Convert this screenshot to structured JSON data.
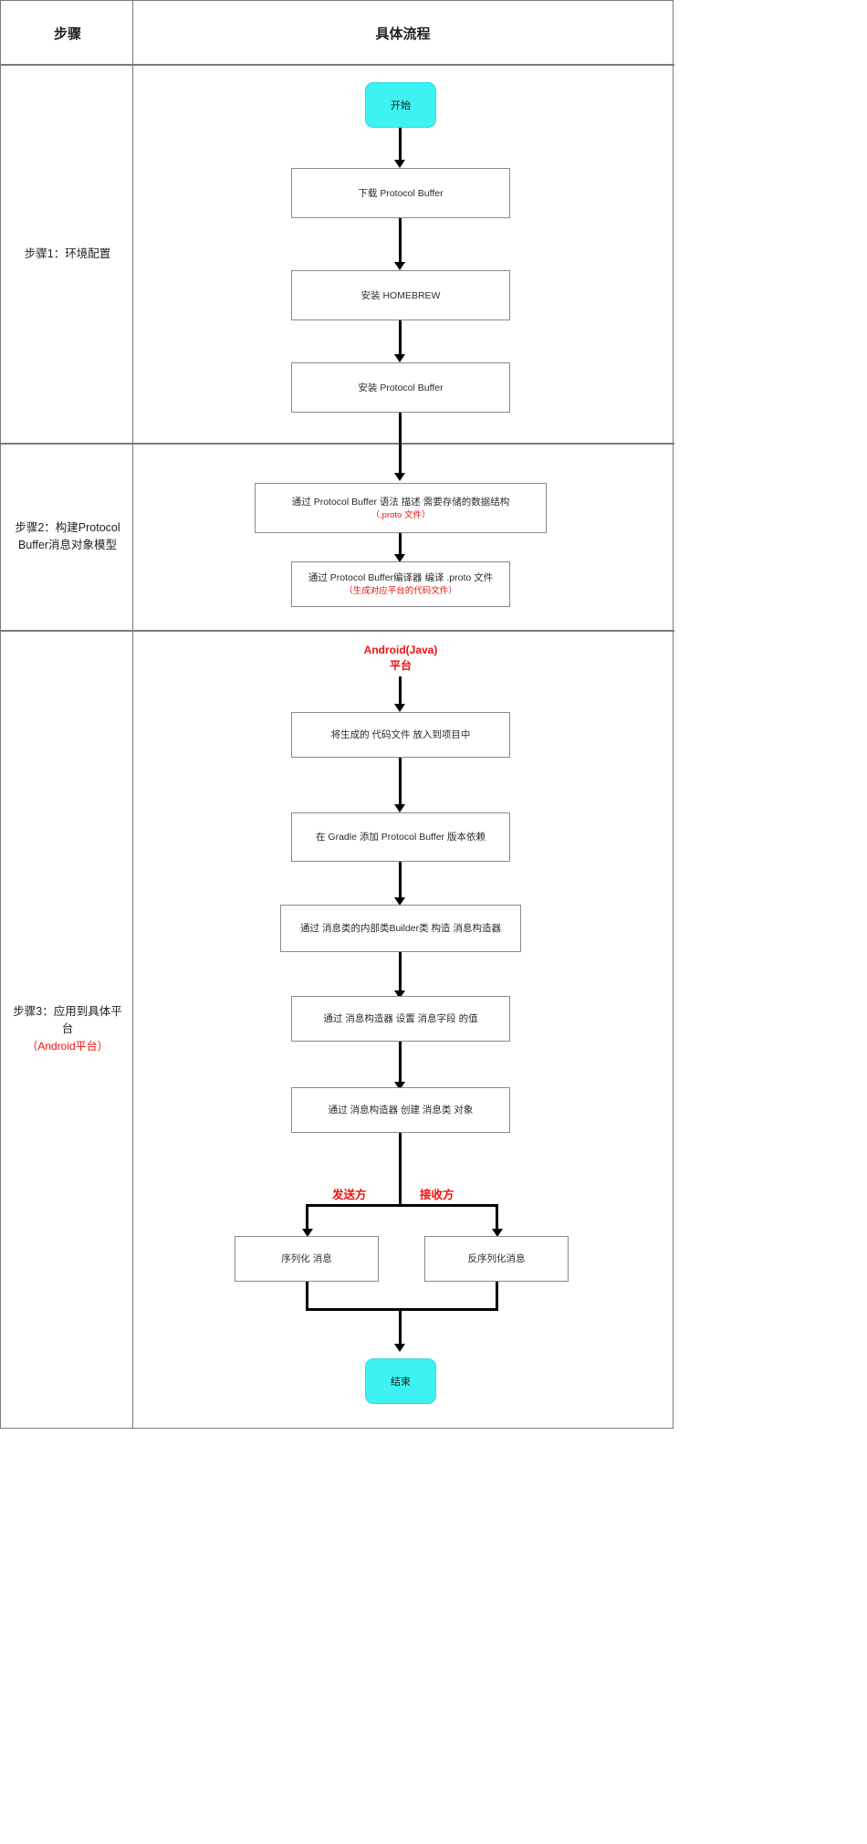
{
  "table": {
    "headers": {
      "step_col": "步骤",
      "flow_col": "具体流程"
    }
  },
  "sections": [
    {
      "id": "step1",
      "label_line1": "步骤1：环境配置",
      "label_red": ""
    },
    {
      "id": "step2",
      "label_line1": "步骤2：构建Protocol",
      "label_line2": "Buffer消息对象模型",
      "label_red": ""
    },
    {
      "id": "step3",
      "label_line1": "步骤3：应用到具体平",
      "label_line2": "台",
      "label_red": "（Android平台）"
    }
  ],
  "flow": {
    "start": "开始",
    "end": "结束",
    "n1": "下载 Protocol Buffer",
    "n2": "安装 HOMEBREW",
    "n3": "安装 Protocol Buffer",
    "n4_main": "通过 Protocol Buffer 语法 描述 需要存储的数据结构",
    "n4_sub": "（.proto 文件）",
    "n5_main": "通过 Protocol Buffer编译器 编译 .proto 文件",
    "n5_sub": "（生成对应平台的代码文件）",
    "platform_line1": "Android(Java)",
    "platform_line2": "平台",
    "n6": "将生成的 代码文件 放入到项目中",
    "n7": "在 Gradle 添加 Protocol Buffer 版本依赖",
    "n8": "通过 消息类的内部类Builder类 构造 消息构造器",
    "n9": "通过 消息构造器 设置 消息字段 的值",
    "n10": "通过 消息构造器 创建 消息类 对象",
    "branch_left_label": "发送方",
    "branch_right_label": "接收方",
    "n11_left": "序列化 消息",
    "n11_right": "反序列化消息"
  },
  "colors": {
    "terminal_fill": "#3cf2f2",
    "annotation_red": "#ee1111",
    "border_gray": "#7a7a7a",
    "connector_black": "#000000"
  }
}
